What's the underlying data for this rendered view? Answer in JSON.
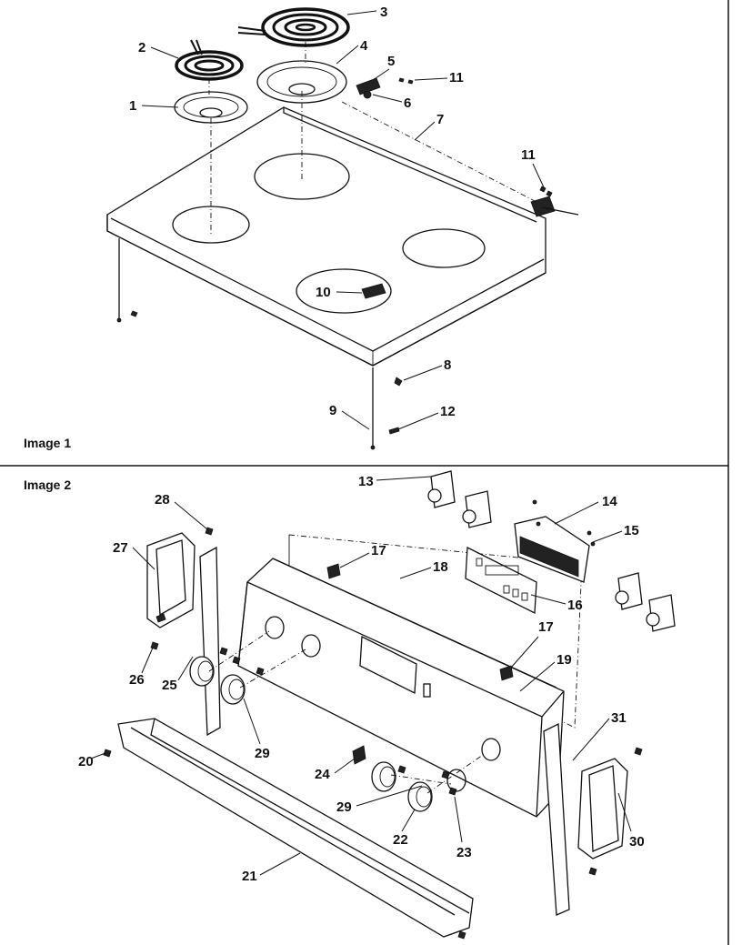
{
  "panels": [
    {
      "label": "Image 1"
    },
    {
      "label": "Image 2"
    }
  ],
  "callouts": {
    "c1": "1",
    "c2": "2",
    "c3": "3",
    "c4": "4",
    "c5": "5",
    "c6": "6",
    "c7": "7",
    "c8": "8",
    "c9": "9",
    "c10": "10",
    "c11a": "11",
    "c11b": "11",
    "c12": "12",
    "c13": "13",
    "c14": "14",
    "c15": "15",
    "c16": "16",
    "c17a": "17",
    "c17b": "17",
    "c18": "18",
    "c19": "19",
    "c20": "20",
    "c21": "21",
    "c22": "22",
    "c23": "23",
    "c24": "24",
    "c25": "25",
    "c26": "26",
    "c27": "27",
    "c28": "28",
    "c29a": "29",
    "c29b": "29",
    "c30": "30",
    "c31": "31"
  },
  "colors": {
    "ink": "#111111",
    "background": "#ffffff"
  }
}
